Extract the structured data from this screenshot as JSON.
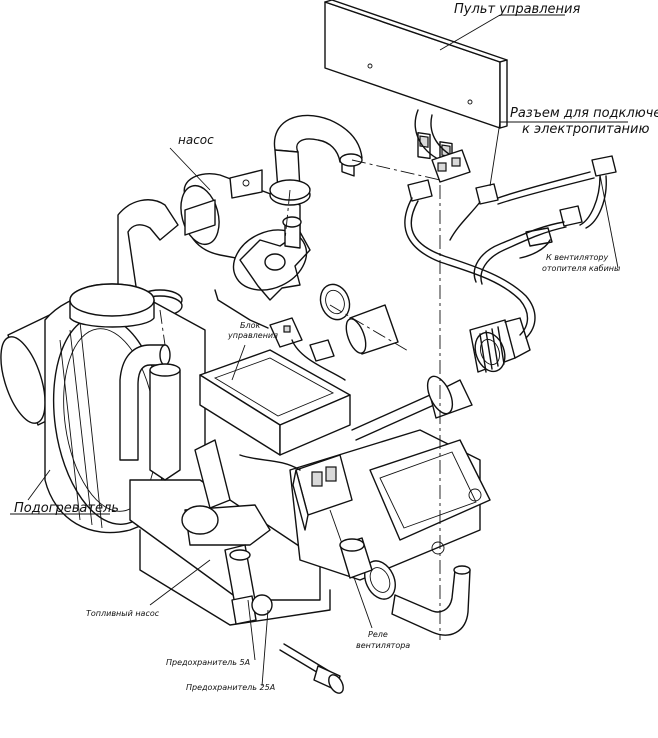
{
  "labels": {
    "control_panel": "Пульт управления",
    "power_connector_line1": "Разъем для подключения",
    "power_connector_line2": "к электропитанию",
    "pump": "насос",
    "control_unit_line1": "Блок",
    "control_unit_line2": "управления",
    "fan_line1": "К вентилятору",
    "fan_line2": "отопителя кабины",
    "heater": "Подогреватель",
    "fuel_pump": "Топливный насос",
    "fan_relay_line1": "Реле",
    "fan_relay_line2": "вентилятора",
    "fuse_5a": "Предохранитель 5А",
    "fuse_25a": "Предохранитель 25А"
  }
}
